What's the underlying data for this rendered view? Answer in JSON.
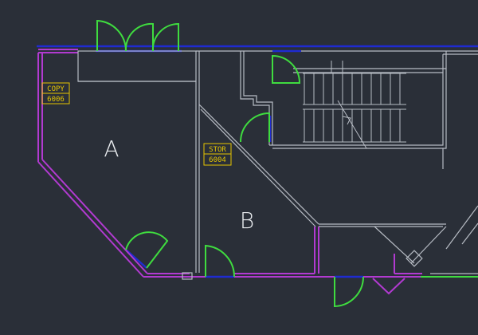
{
  "drawing": {
    "background": "#2a2f38",
    "colors": {
      "outline": "#b7bcc4",
      "wall_magenta": "#b23ad1",
      "wall_blue": "#1f2bd1",
      "door_green": "#3fdc3f",
      "tag_yellow": "#e5c600",
      "label_white": "#e9ecef"
    }
  },
  "rooms": [
    {
      "name": "A"
    },
    {
      "name": "B"
    }
  ],
  "room_tags": [
    {
      "name": "COPY",
      "number": "6006"
    },
    {
      "name": "STOR",
      "number": "6004"
    }
  ]
}
